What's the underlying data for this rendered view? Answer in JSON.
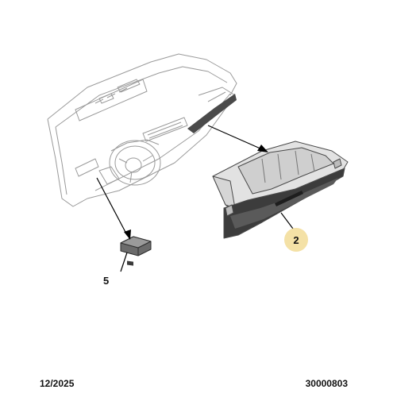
{
  "parts": [
    {
      "number": "2",
      "highlight_color": "#f4e1a6"
    },
    {
      "number": "5"
    }
  ],
  "footer": {
    "date": "12/2025",
    "reference": "30000803"
  },
  "colors": {
    "line_art": "#8a8a8a",
    "part_fill": "#dadada",
    "part_dark": "#3a3a3a",
    "leader": "#000000"
  }
}
